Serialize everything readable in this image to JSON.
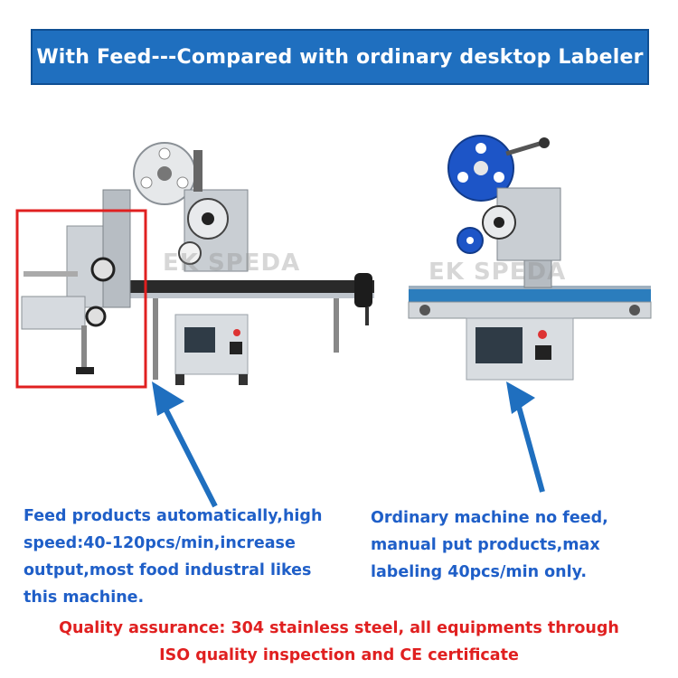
{
  "banner": {
    "title": "With Feed---Compared with ordinary desktop Labeler"
  },
  "watermarks": {
    "left": "EK SPEDA",
    "right": "EK SPEDA"
  },
  "left_description": {
    "lines": [
      "Feed products automatically,high",
      "speed:40-120pcs/min,increase",
      "output,most food industral likes",
      "this machine."
    ]
  },
  "right_description": {
    "lines": [
      "Ordinary machine no feed,",
      "manual put products,max",
      "labeling 40pcs/min only."
    ]
  },
  "quality_note": {
    "lines": [
      "Quality assurance: 304 stainless steel, all equipments through",
      "ISO quality inspection and CE certificate"
    ]
  },
  "colors": {
    "banner": "#1f6fbf",
    "description_text": "#1f5fc8",
    "quality_text": "#e02020",
    "highlight_box": "#e02020",
    "arrow": "#1f6fbf"
  }
}
